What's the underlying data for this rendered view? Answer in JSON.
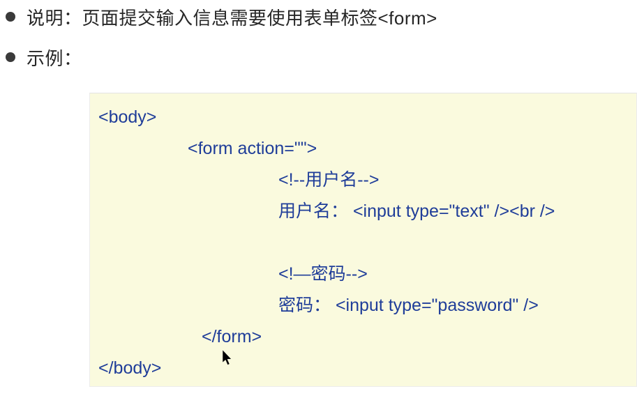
{
  "bullets": [
    {
      "text": "说明：页面提交输入信息需要使用表单标签<form>"
    },
    {
      "text": "示例："
    }
  ],
  "code_box": {
    "background_color": "#fafade",
    "text_color": "#1f3d99",
    "lines": [
      {
        "text": "<body>"
      },
      {
        "text": "<form action=\"\">"
      },
      {
        "text": "<!--用户名-->"
      },
      {
        "text": "用户名： <input type=\"text\" /><br />"
      },
      {
        "text": ""
      },
      {
        "text": "<!—密码-->"
      },
      {
        "text": "密码： <input type=\"password\" />"
      },
      {
        "text": "</form>"
      },
      {
        "text": "</body>"
      }
    ]
  },
  "cursor": {
    "type": "arrow-pointer",
    "color": "#000000"
  }
}
